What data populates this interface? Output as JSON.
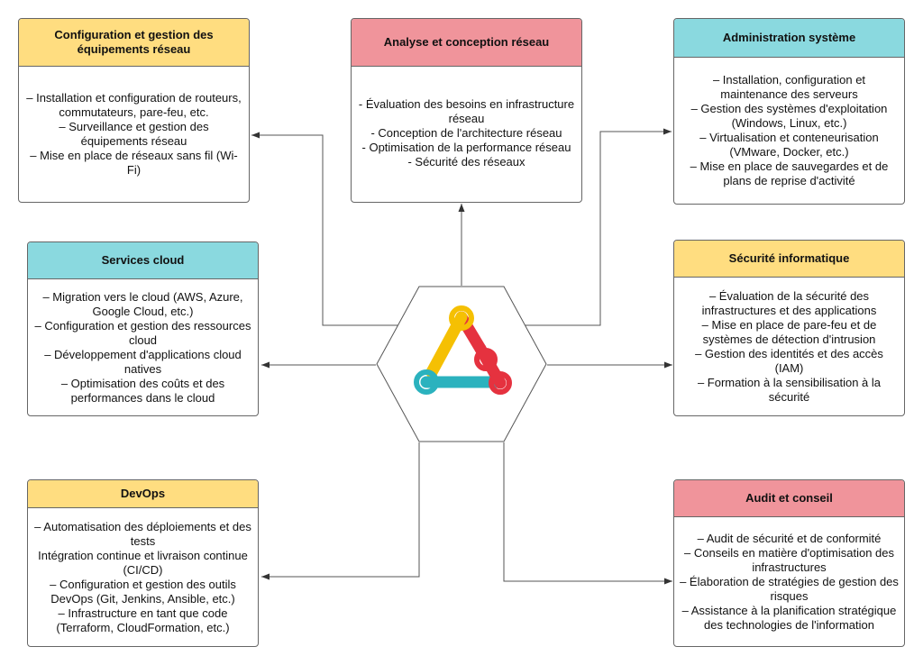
{
  "colors": {
    "yellow": "#ffdd80",
    "red": "#f0949b",
    "teal": "#8ad9df",
    "line": "#555555",
    "logo_yellow": "#f5c003",
    "logo_red": "#e5323f",
    "logo_teal": "#2bb2be"
  },
  "hub": {
    "icon": "triangle-link-logo-icon"
  },
  "cards": {
    "equipment": {
      "title": "Configuration et gestion des équipements réseau",
      "lines": [
        "– Installation et configuration de routeurs, commutateurs, pare-feu, etc.",
        "– Surveillance et gestion des équipements réseau",
        "– Mise en place de réseaux sans fil (Wi-Fi)"
      ]
    },
    "analysis": {
      "title": "Analyse et conception réseau",
      "lines": [
        "- Évaluation des besoins en infrastructure réseau",
        "- Conception de l'architecture réseau",
        "- Optimisation de la performance réseau",
        "- Sécurité des réseaux"
      ]
    },
    "sysadmin": {
      "title": "Administration système",
      "lines": [
        "– Installation, configuration et maintenance des serveurs",
        "– Gestion des systèmes d'exploitation (Windows, Linux, etc.)",
        "– Virtualisation et conteneurisation (VMware, Docker, etc.)",
        "– Mise en place de sauvegardes et de plans de reprise d'activité"
      ]
    },
    "cloud": {
      "title": "Services cloud",
      "lines": [
        "– Migration vers le cloud (AWS, Azure, Google Cloud, etc.)",
        "– Configuration et gestion des ressources cloud",
        "– Développement d'applications cloud natives",
        "– Optimisation des coûts et des performances dans le cloud"
      ]
    },
    "security": {
      "title": "Sécurité informatique",
      "lines": [
        "– Évaluation de la sécurité des infrastructures et des applications",
        "– Mise en place de pare-feu et de systèmes de détection d'intrusion",
        "– Gestion des identités et des accès (IAM)",
        "– Formation à la sensibilisation à la sécurité"
      ]
    },
    "devops": {
      "title": "DevOps",
      "lines": [
        "– Automatisation des déploiements et des tests",
        "Intégration continue et livraison continue (CI/CD)",
        "– Configuration et gestion des outils DevOps (Git, Jenkins, Ansible, etc.)",
        "– Infrastructure en tant que code (Terraform, CloudFormation, etc.)"
      ]
    },
    "audit": {
      "title": "Audit et conseil",
      "lines": [
        "– Audit de sécurité et de conformité",
        "– Conseils en matière d'optimisation des infrastructures",
        "– Élaboration de stratégies de gestion des risques",
        "– Assistance à la planification stratégique des technologies de l'information"
      ]
    }
  }
}
